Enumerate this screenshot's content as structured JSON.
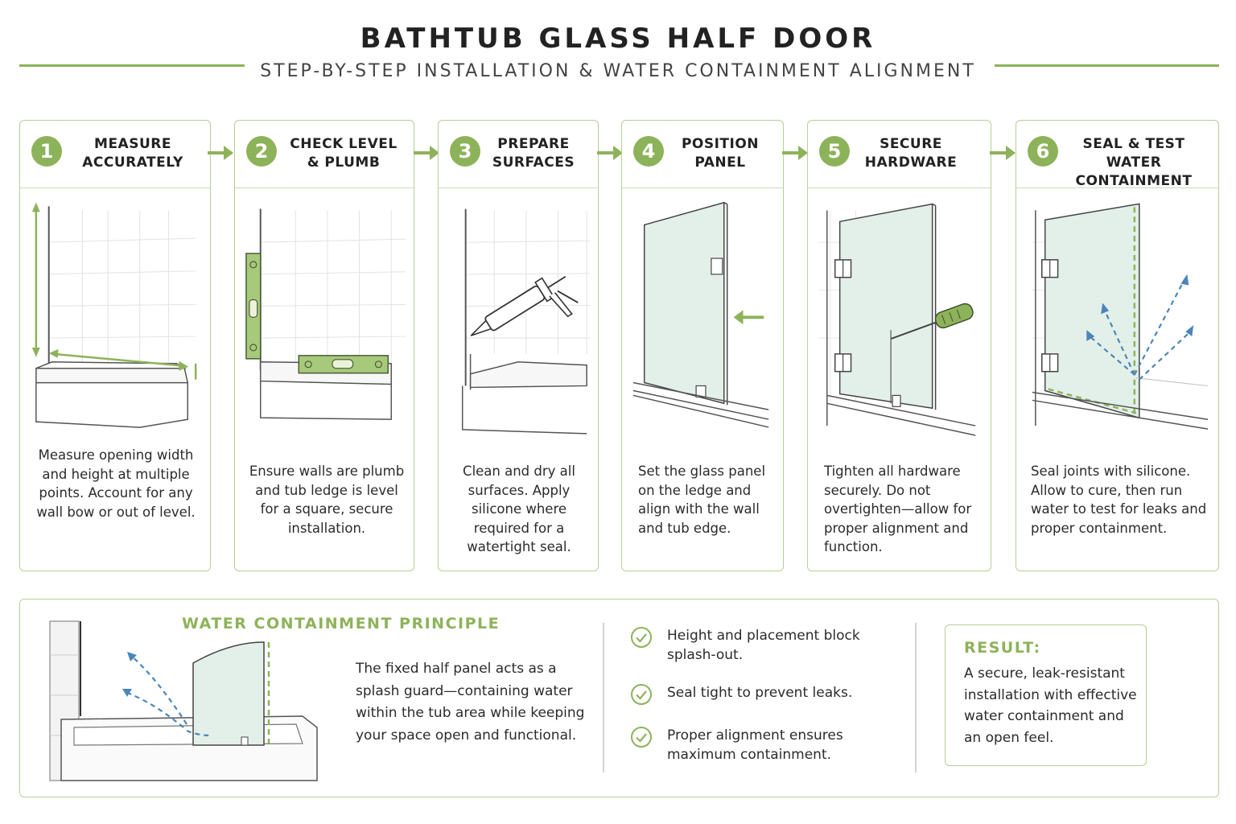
{
  "header": {
    "title": "BATHTUB GLASS HALF DOOR",
    "subtitle": "STEP-BY-STEP INSTALLATION & WATER CONTAINMENT ALIGNMENT"
  },
  "steps": [
    {
      "number": "1",
      "title_line1": "MEASURE",
      "title_line2": "ACCURATELY",
      "text": "Measure opening width and height at multiple points. Account for any wall bow or out of level."
    },
    {
      "number": "2",
      "title_line1": "CHECK LEVEL",
      "title_line2": "& PLUMB",
      "text": "Ensure walls are plumb and tub ledge is level for a square, secure installation."
    },
    {
      "number": "3",
      "title_line1": "PREPARE",
      "title_line2": "SURFACES",
      "text": "Clean and dry all surfaces. Apply silicone where required for a watertight seal."
    },
    {
      "number": "4",
      "title_line1": "POSITION",
      "title_line2": "PANEL",
      "text": "Set the glass panel on the ledge and align with the wall and tub edge."
    },
    {
      "number": "5",
      "title_line1": "SECURE",
      "title_line2": "HARDWARE",
      "text": "Tighten all hardware securely. Do not overtighten—allow for proper alignment and function."
    },
    {
      "number": "6",
      "title_line1": "SEAL & TEST",
      "title_line2": "WATER CONTAINMENT",
      "text": "Seal joints with silicone. Allow to cure, then run water to test for leaks and proper containment."
    }
  ],
  "principle": {
    "title": "WATER CONTAINMENT PRINCIPLE",
    "text": "The fixed half panel acts as a splash guard—containing water within the tub area while keeping your space open and functional."
  },
  "checks": [
    {
      "text": "Height and placement block splash-out."
    },
    {
      "text": "Seal tight to prevent leaks."
    },
    {
      "text": "Proper alignment ensures maximum containment."
    }
  ],
  "result": {
    "title": "RESULT:",
    "text": "A secure, leak-resistant installation with effective water containment and an open feel."
  },
  "colors": {
    "accent": "#8db35a",
    "border": "#b7cf98",
    "splash": "#4a86b8",
    "glass": "#e3f0e9"
  },
  "icons": [
    "right-arrow-icon",
    "check-circle-icon",
    "level-tool-icon",
    "caulk-gun-icon",
    "screwdriver-icon",
    "hinge-icon",
    "water-splash-icon"
  ]
}
